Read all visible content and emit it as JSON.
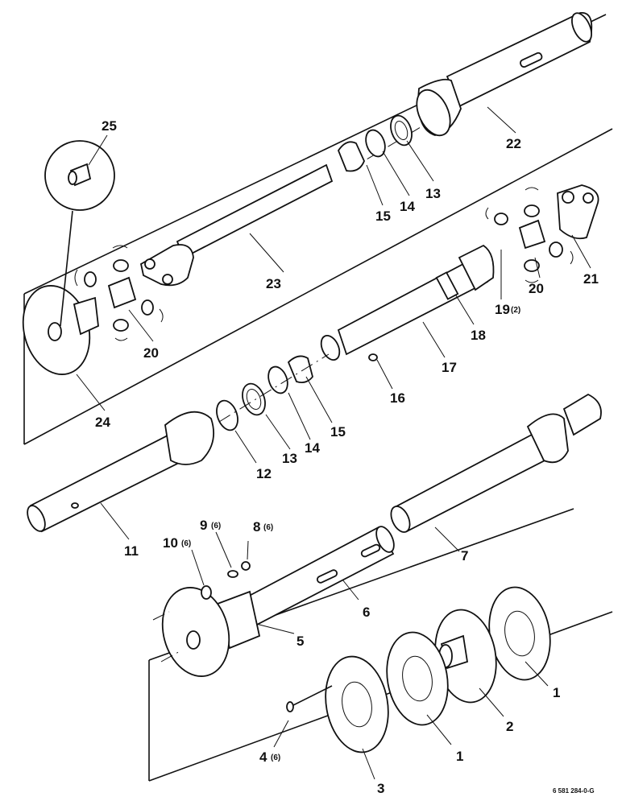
{
  "diagram": {
    "drawing_code": "6 581 284-0-G",
    "callouts": [
      {
        "id": "c1a",
        "number": "1",
        "qty": ""
      },
      {
        "id": "c1b",
        "number": "1",
        "qty": ""
      },
      {
        "id": "c2",
        "number": "2",
        "qty": ""
      },
      {
        "id": "c3",
        "number": "3",
        "qty": ""
      },
      {
        "id": "c4",
        "number": "4",
        "qty": "(6)"
      },
      {
        "id": "c5",
        "number": "5",
        "qty": ""
      },
      {
        "id": "c6",
        "number": "6",
        "qty": ""
      },
      {
        "id": "c7",
        "number": "7",
        "qty": ""
      },
      {
        "id": "c8",
        "number": "8",
        "qty": "(6)"
      },
      {
        "id": "c9",
        "number": "9",
        "qty": "(6)"
      },
      {
        "id": "c10",
        "number": "10",
        "qty": "(6)"
      },
      {
        "id": "c11",
        "number": "11",
        "qty": ""
      },
      {
        "id": "c12",
        "number": "12",
        "qty": ""
      },
      {
        "id": "c13a",
        "number": "13",
        "qty": ""
      },
      {
        "id": "c13b",
        "number": "13",
        "qty": ""
      },
      {
        "id": "c14a",
        "number": "14",
        "qty": ""
      },
      {
        "id": "c14b",
        "number": "14",
        "qty": ""
      },
      {
        "id": "c15a",
        "number": "15",
        "qty": ""
      },
      {
        "id": "c15b",
        "number": "15",
        "qty": ""
      },
      {
        "id": "c16",
        "number": "16",
        "qty": ""
      },
      {
        "id": "c17",
        "number": "17",
        "qty": ""
      },
      {
        "id": "c18",
        "number": "18",
        "qty": ""
      },
      {
        "id": "c19",
        "number": "19",
        "qty": "(2)"
      },
      {
        "id": "c20a",
        "number": "20",
        "qty": ""
      },
      {
        "id": "c20b",
        "number": "20",
        "qty": ""
      },
      {
        "id": "c21",
        "number": "21",
        "qty": ""
      },
      {
        "id": "c22",
        "number": "22",
        "qty": ""
      },
      {
        "id": "c23",
        "number": "23",
        "qty": ""
      },
      {
        "id": "c24",
        "number": "24",
        "qty": ""
      },
      {
        "id": "c25",
        "number": "25",
        "qty": ""
      }
    ]
  }
}
